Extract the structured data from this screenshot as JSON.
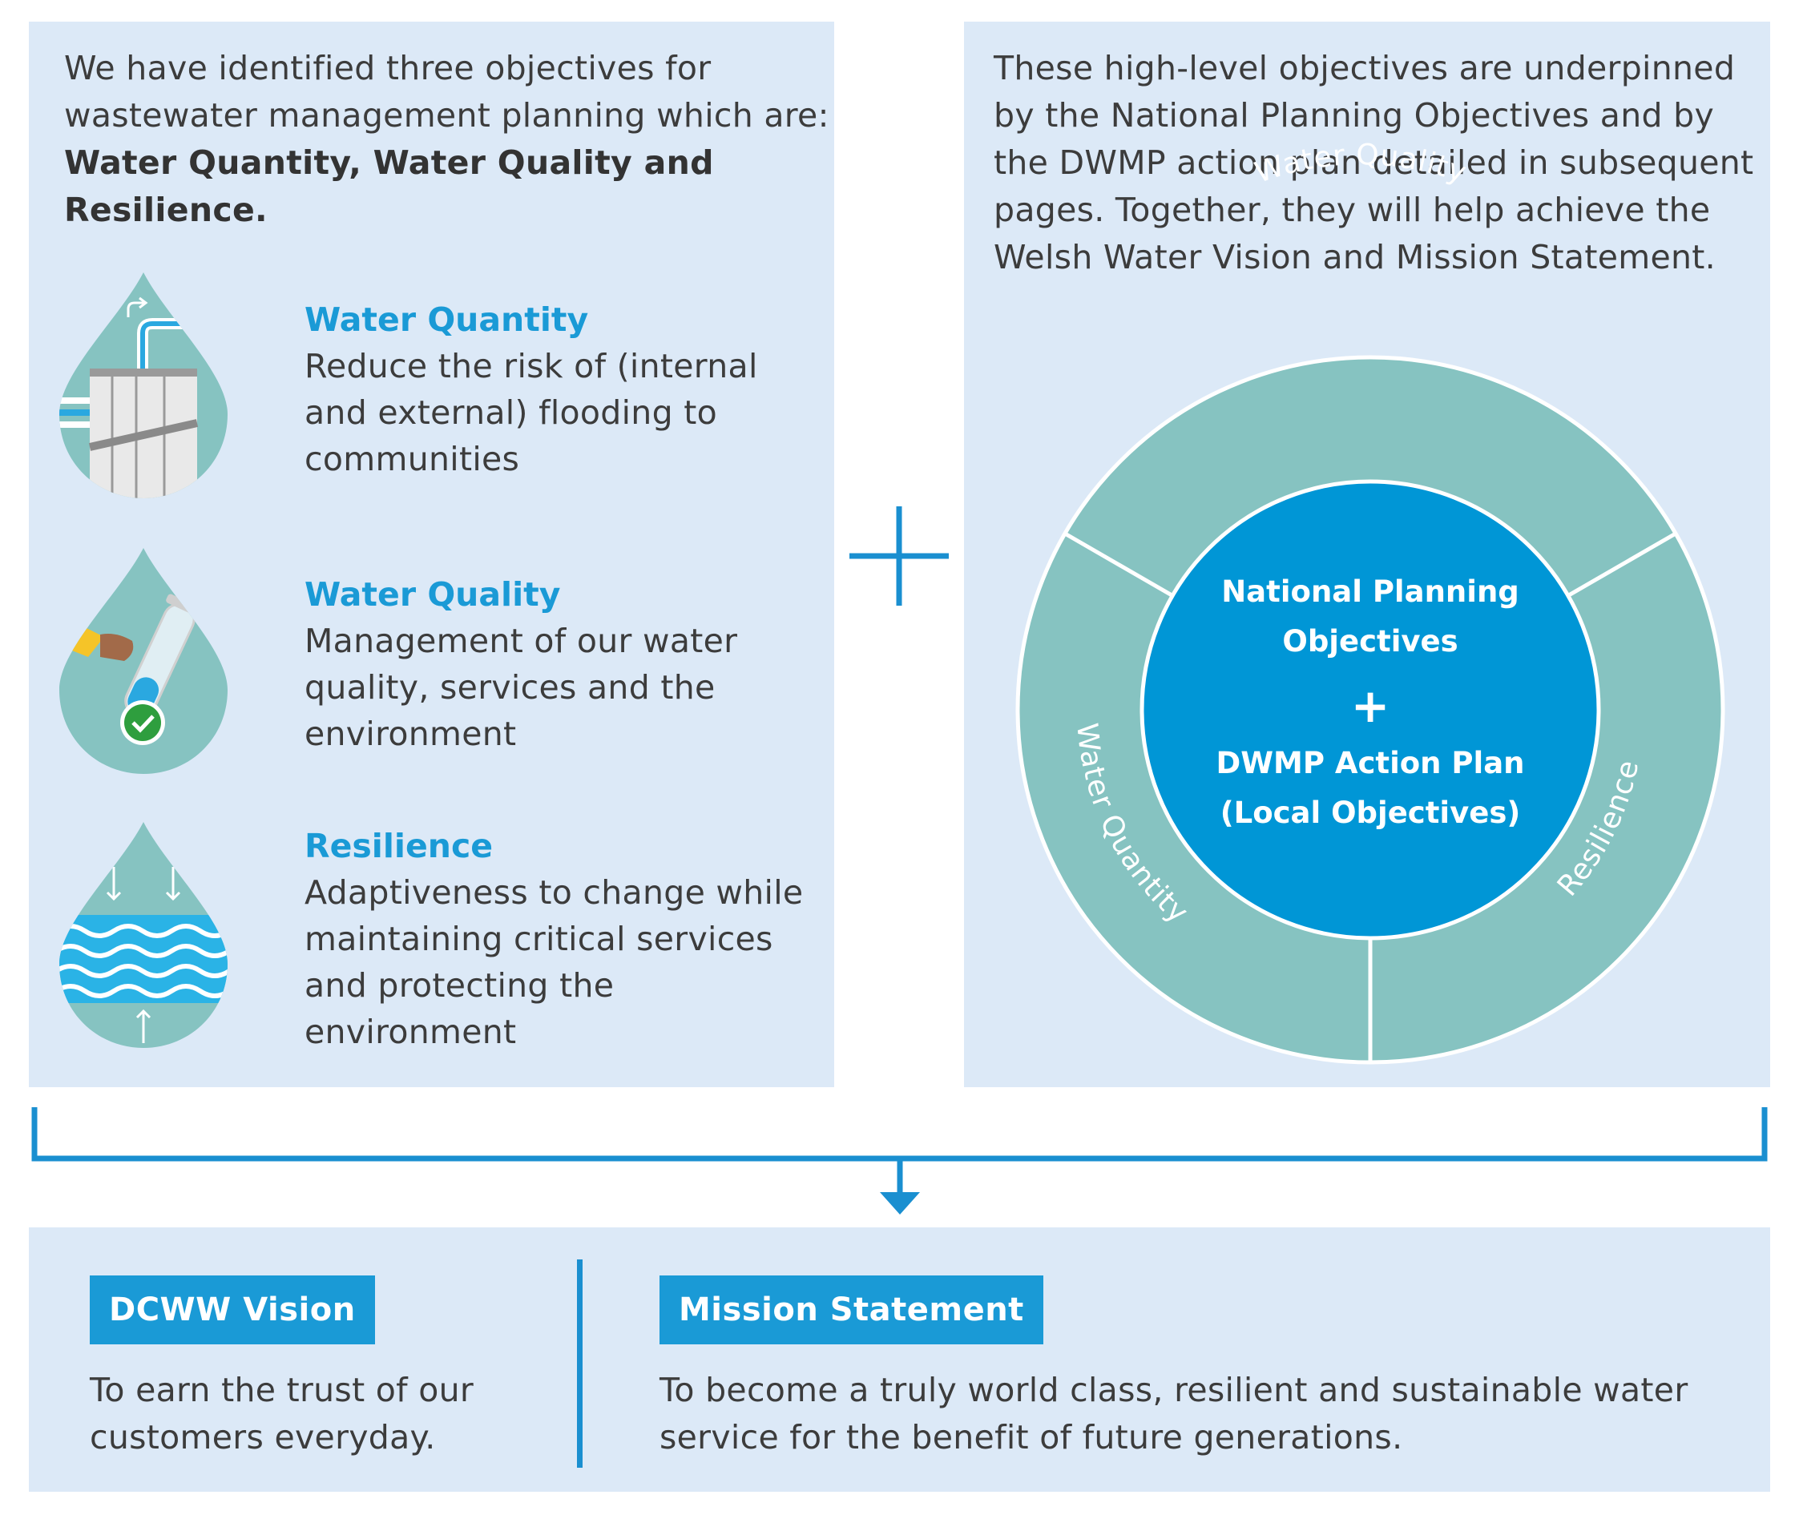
{
  "left_intro": {
    "text": "We have identified three objectives for wastewater management planning which are: ",
    "bold": "Water Quantity, Water Quality and Resilience."
  },
  "right_intro": "These high-level objectives are underpinned by the National Planning Objectives and by the DWMP action plan detailed in subsequent pages. Together, they will help achieve the Welsh Water Vision and Mission Statement.",
  "objectives": [
    {
      "title": "Water Quantity",
      "desc": "Reduce the risk of (internal and external) flooding to communities",
      "icon": "storm-tank-drop-icon"
    },
    {
      "title": "Water Quality",
      "desc": "Management of our water quality, services and the environment",
      "icon": "test-tube-drop-icon"
    },
    {
      "title": "Resilience",
      "desc": "Adaptiveness to change while maintaining critical services and protecting the environment",
      "icon": "waves-drop-icon"
    }
  ],
  "wheel": {
    "segments": [
      "Water Quality",
      "Water Quantity",
      "Resilience"
    ],
    "center_top": "National Planning Objectives",
    "center_plus": "+",
    "center_bottom": "DWMP Action Plan (Local Objectives)"
  },
  "vision": {
    "label": "DCWW Vision",
    "text": "To earn the trust of our customers everyday."
  },
  "mission": {
    "label": "Mission Statement",
    "text": "To become a truly world class, resilient and sustainable water service for the benefit of future generations."
  },
  "colors": {
    "panel": "#dce9f7",
    "accent_blue": "#1a9ad6",
    "teal": "#86c3c1",
    "center_blue": "#0096d6",
    "text": "#3c3c3c"
  }
}
